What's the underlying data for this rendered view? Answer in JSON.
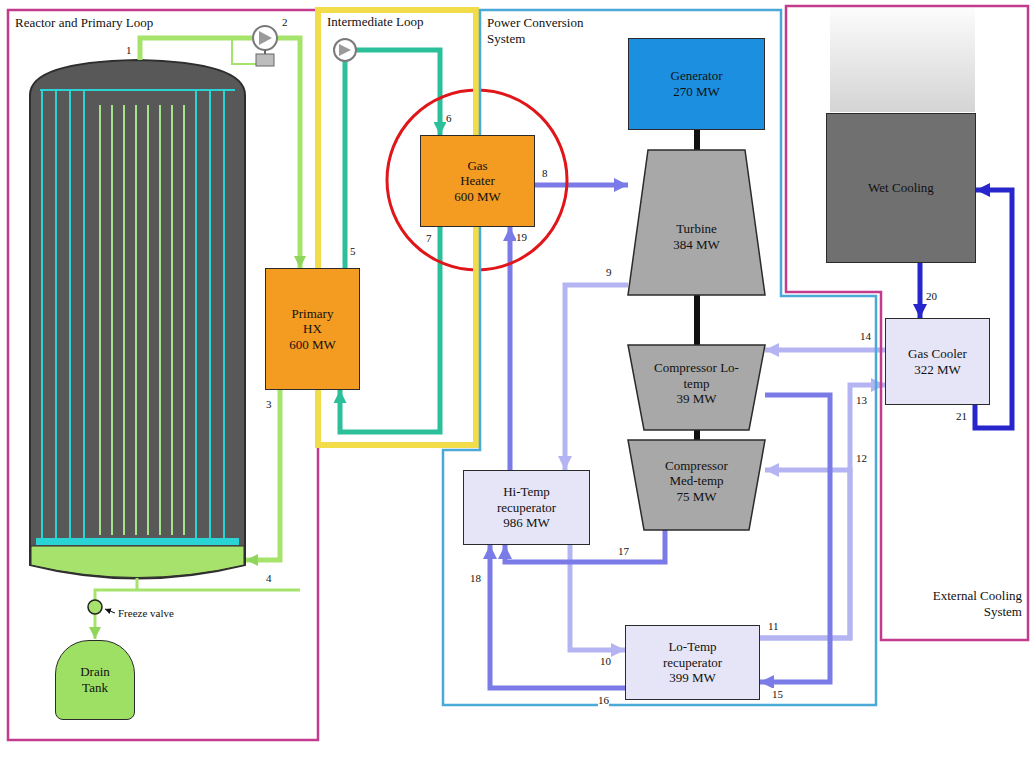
{
  "diagram": {
    "nodes": [
      {
        "text": [
          "Reactor and Primary Loop"
        ]
      },
      {
        "text": [
          "Drain Tank"
        ],
        "in": 0
      },
      {
        "text": [
          "Intermediate Loop"
        ]
      },
      {
        "text": [
          "Primary HX",
          "600 MW"
        ]
      },
      {
        "text": [
          "Gas Heater",
          "600 MW"
        ]
      },
      {
        "text": [
          "Power Conversion System"
        ]
      },
      {
        "text": [
          "Generator",
          "270 MW"
        ],
        "in": 5
      },
      {
        "text": [
          "Turbine",
          "384 MW"
        ],
        "in": 5
      },
      {
        "text": [
          "Compressor Lo-temp",
          "39 MW"
        ],
        "in": 5
      },
      {
        "text": [
          "Compressor Med-temp",
          "75 MW"
        ],
        "in": 5
      },
      {
        "text": [
          "Hi-Temp recuperator",
          "986 MW"
        ],
        "in": 5
      },
      {
        "text": [
          "Lo-Temp recuperator",
          "399 MW"
        ],
        "in": 5
      },
      {
        "text": [
          "External Cooling System"
        ]
      },
      {
        "text": [
          "Wet Cooling"
        ],
        "in": 12
      },
      {
        "text": [
          "Gas Cooler",
          "322 MW"
        ],
        "in": 12
      }
    ],
    "edges": [
      {
        "from": 3,
        "to": 4,
        "arrow": "to"
      },
      {
        "from": 4,
        "to": 3,
        "arrow": "to"
      },
      {
        "from": 4,
        "to": 7,
        "arrow": "to"
      },
      {
        "from": 7,
        "to": 10,
        "arrow": "to"
      },
      {
        "from": 10,
        "to": 11,
        "arrow": "to"
      },
      {
        "from": 11,
        "to": 14,
        "arrow": "to"
      },
      {
        "from": 11,
        "to": 9,
        "arrow": "to"
      },
      {
        "from": 14,
        "to": 8,
        "arrow": "to"
      },
      {
        "from": 8,
        "to": 11,
        "arrow": "to"
      },
      {
        "from": 11,
        "to": 10,
        "arrow": "to"
      },
      {
        "from": 9,
        "to": 10,
        "arrow": "to"
      },
      {
        "from": 10,
        "to": 4,
        "arrow": "to"
      },
      {
        "from": 13,
        "to": 14,
        "arrow": "to"
      },
      {
        "from": 14,
        "to": 13,
        "arrow": "to"
      },
      {
        "from": 6,
        "to": 7,
        "arrow": "none"
      },
      {
        "from": 7,
        "to": 8,
        "arrow": "none"
      },
      {
        "from": 8,
        "to": 9,
        "arrow": "none"
      }
    ],
    "labels": [
      "1",
      "2",
      "3",
      "4",
      "Freeze valve",
      "5",
      "6",
      "7",
      "8",
      "9",
      "10",
      "11",
      "12",
      "13",
      "14",
      "15",
      "16",
      "17",
      "18",
      "19",
      "20",
      "21"
    ]
  }
}
